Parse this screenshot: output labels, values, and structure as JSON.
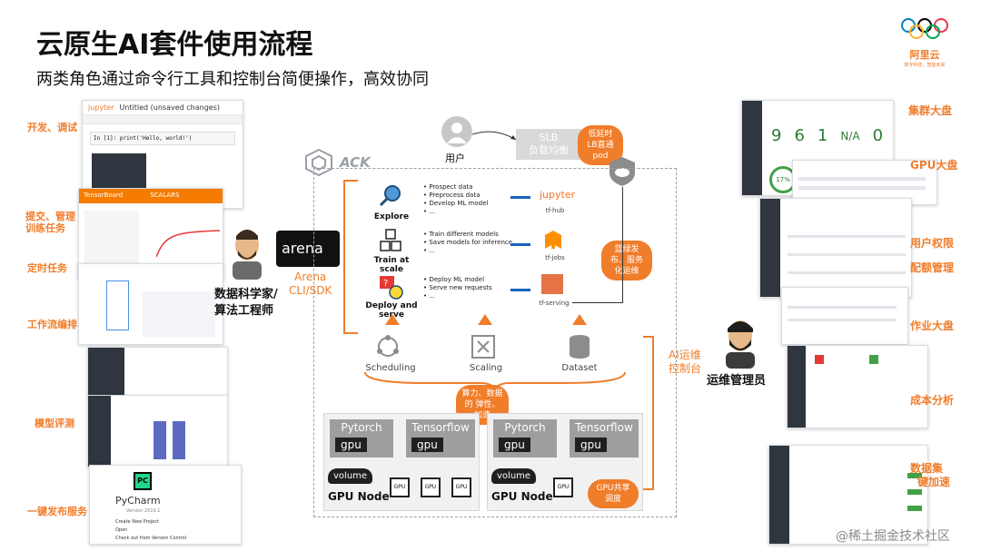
{
  "title": "云原生AI套件使用流程",
  "subtitle": "两类角色通过命令行工具和控制台简便操作，高效协同",
  "brand": {
    "name": "阿里云",
    "tagline": "数字科技，智能未来"
  },
  "left_labels": [
    "开发、调试",
    "提交、管理训练任务",
    "定时任务",
    "工作流编排",
    "模型评测",
    "一键发布服务"
  ],
  "right_labels": [
    "集群大盘",
    "GPU大盘",
    "用户权限",
    "配额管理",
    "作业大盘",
    "成本分析",
    "数据集",
    "键加速"
  ],
  "roles": {
    "scientist": "数据科学家/ 算法工程师",
    "ops": "运维管理员"
  },
  "arena": {
    "logo": "arena",
    "label1": "Arena",
    "label2": "CLI/SDK"
  },
  "ai_console": {
    "line1": "AI运维",
    "line2": "控制台"
  },
  "user": "用户",
  "slb": {
    "line1": "SLB",
    "line2": "负载均衡"
  },
  "clouds": {
    "lb": "低延时 LB直通pod",
    "release": "蓝绿发布、服务化运维",
    "compute": "算力、数据的 弹性、加速",
    "share": "GPU共享调度"
  },
  "ack": "ACK",
  "pipeline": [
    {
      "icon": "Explore",
      "items": [
        "Prospect data",
        "Preprocess data",
        "Develop ML model",
        "..."
      ],
      "target": "tf-hub"
    },
    {
      "icon": "Train at scale",
      "items": [
        "Train different models",
        "Save models for inference",
        "..."
      ],
      "target": "tf-jobs"
    },
    {
      "icon": "Deploy and serve",
      "items": [
        "Deploy ML model",
        "Serve new requests",
        "..."
      ],
      "target": "tf-serving"
    }
  ],
  "jupyter_label": "jupyter",
  "services": [
    "Scheduling",
    "Scaling",
    "Dataset"
  ],
  "nodes": [
    {
      "fw1": "Pytorch",
      "fw2": "Tensorflow",
      "gpu": "gpu",
      "volume": "volume",
      "label": "GPU Node",
      "chip": "GPU"
    },
    {
      "fw1": "Pytorch",
      "fw2": "Tensorflow",
      "gpu": "gpu",
      "volume": "volume",
      "label": "GPU Node",
      "chip": "GPU"
    }
  ],
  "screenshots": {
    "jupyter": "jupyter",
    "untitled": "Untitled (unsaved changes)",
    "code": "In [1]: print('Hello, world!')",
    "tensorboard": "TensorBoard",
    "scalars": "SCALARS",
    "pycharm": "PyCharm",
    "pycharm_version": "Version 2019.1",
    "pc_create": "Create New Project",
    "pc_open": "Open",
    "pc_vcs": "Check out from Version Control",
    "kpi": [
      "9",
      "6",
      "1",
      "N/A",
      "0"
    ],
    "percent": "17%"
  },
  "watermark": "@稀土掘金技术社区"
}
